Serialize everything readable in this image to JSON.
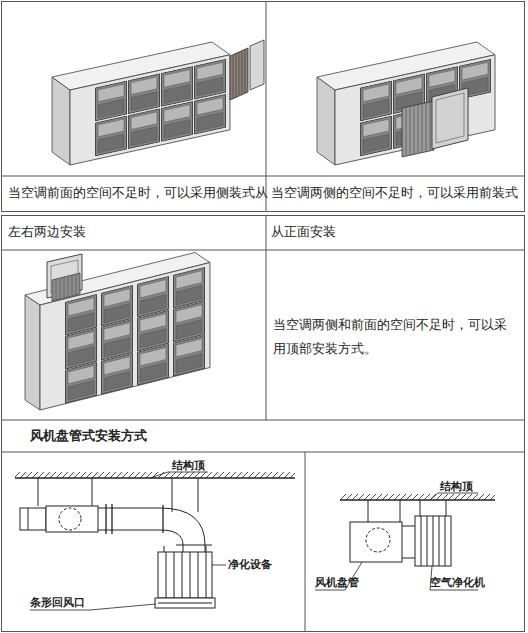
{
  "diagram": {
    "labels": [
      "当空调前面的空间不足时，可以采用侧装式从",
      "当空调两侧的空间不足时，可以采用前装式",
      "左右两边安装",
      "从正面安装",
      "当空调两侧和前面的空间不足时，可以采用顶部安装方式。",
      "风机盘管式安装方式",
      "结构顶",
      "净化设备",
      "条形回风口",
      "结构顶",
      "风机盘管",
      "空气净化机"
    ]
  }
}
